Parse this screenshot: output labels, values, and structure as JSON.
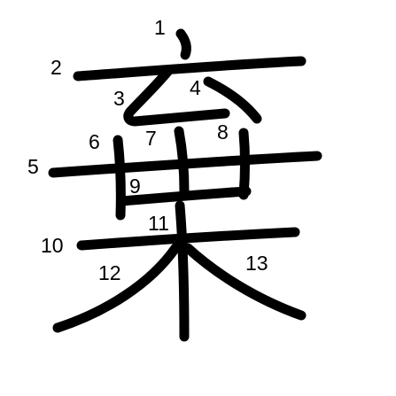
{
  "character": "棄",
  "stroke_color": "#000000",
  "background_color": "#ffffff",
  "stroke_numbers": [
    "1",
    "2",
    "3",
    "4",
    "5",
    "6",
    "7",
    "8",
    "9",
    "10",
    "11",
    "12",
    "13"
  ]
}
